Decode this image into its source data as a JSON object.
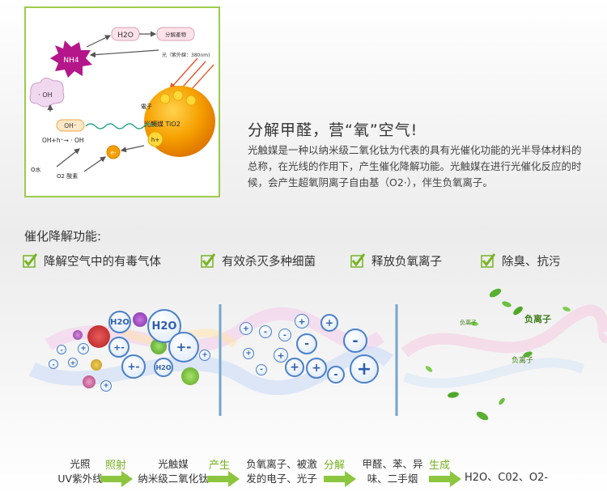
{
  "diagram": {
    "h2o": "H2O",
    "products": "分解產物",
    "nh4": "NH4",
    "light": "光（紫外線：380nm)",
    "oh_radical": "· OH",
    "oh_minus": "OH⁻",
    "reaction": "OH+h⁺→ · OH",
    "electron_label": "電子",
    "catalyst": "光觸媒 TiO2",
    "hole": "h+",
    "electron": "e-",
    "water": "O水",
    "oxygen": "O2 酸素"
  },
  "headline": "分解甲醛，营“氧”空气!",
  "description": "光触媒是一种以纳米级二氧化钛为代表的具有光催化功能的光半导体材料的总称，在光线的作用下，产生催化降解功能。光触媒在进行光催化反应的时候，会产生超氧阴离子自由基（O2·），伴生负氧离子。",
  "section_title": "催化降解功能:",
  "features": [
    "降解空气中的有毒气体",
    "有效杀灭多种细菌",
    "释放负氧离子",
    "除臭、抗污"
  ],
  "scene": {
    "h2o": "H2O",
    "plus": "+",
    "minus": "-",
    "plusminus": "+-",
    "neg_ion_1": "负离子",
    "neg_ion_2": "负离子",
    "neg_ion_3": "负离子"
  },
  "flow": {
    "step1": [
      "光照",
      "UV紫外线"
    ],
    "verb1": "照射",
    "step2": [
      "光触媒",
      "纳米级二氧化钛"
    ],
    "verb2": "产生",
    "step3": [
      "负氧离子、被激",
      "发的电子、光子"
    ],
    "verb3": "分解",
    "step4": [
      "甲醛、苯、异",
      "味、二手烟"
    ],
    "verb4": "生成",
    "step5": "H2O、C02、O2-"
  },
  "colors": {
    "accent_green": "#77b322",
    "border_green": "#9ccc4a",
    "ion_blue": "#4a80c8",
    "catalyst_orange": "#f29400"
  }
}
